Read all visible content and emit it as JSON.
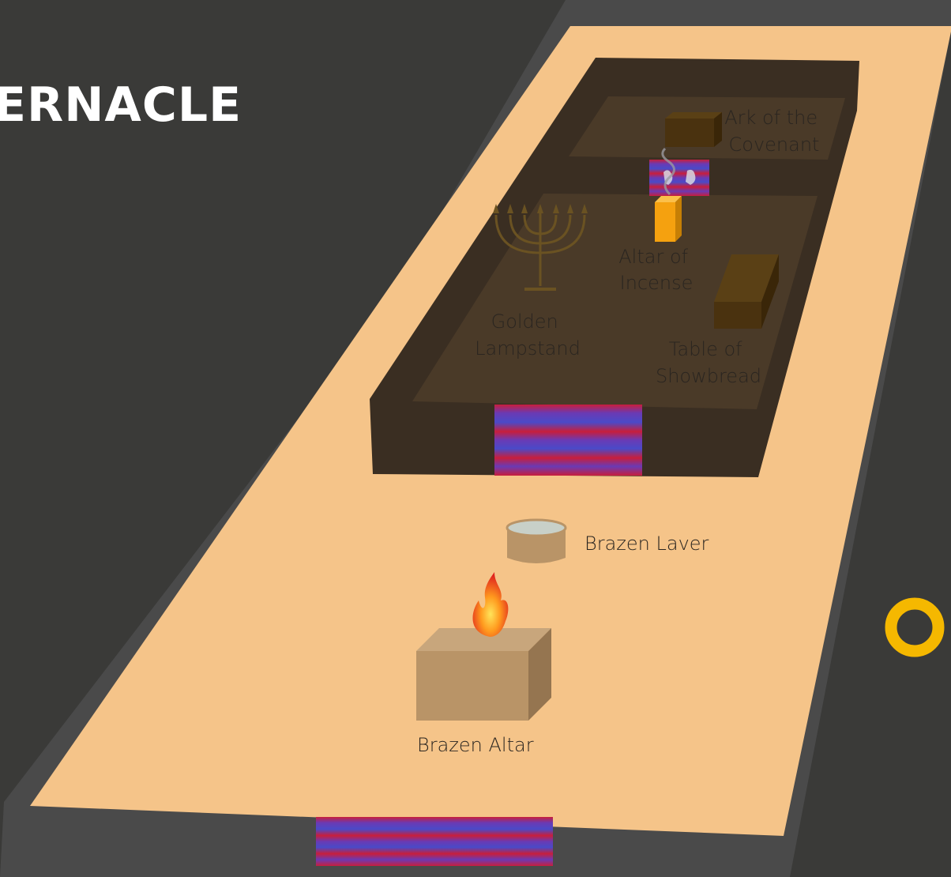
{
  "title": "ERNACLE",
  "labels": {
    "ark": [
      "Ark of the",
      "Covenant"
    ],
    "incense": [
      "Altar of",
      "Incense"
    ],
    "lampstand": [
      "Golden",
      "Lampstand"
    ],
    "showbread": [
      "Table of",
      "Showbread"
    ],
    "laver": "Brazen Laver",
    "altar": "Brazen Altar"
  },
  "colors": {
    "background": "#3a3a38",
    "outer_wall": "#4a4a4a",
    "courtyard": "#f5c489",
    "tent": "#3a2e22",
    "tent_floor": "#4a3a28",
    "curtain_red": "#c81e3c",
    "curtain_purple": "#6a3ab4",
    "curtain_blue": "#4a4ac8",
    "gold": "#f5a10f",
    "bronze": "#b99467",
    "wood": "#4a320f",
    "accent_ring": "#f5b800"
  }
}
